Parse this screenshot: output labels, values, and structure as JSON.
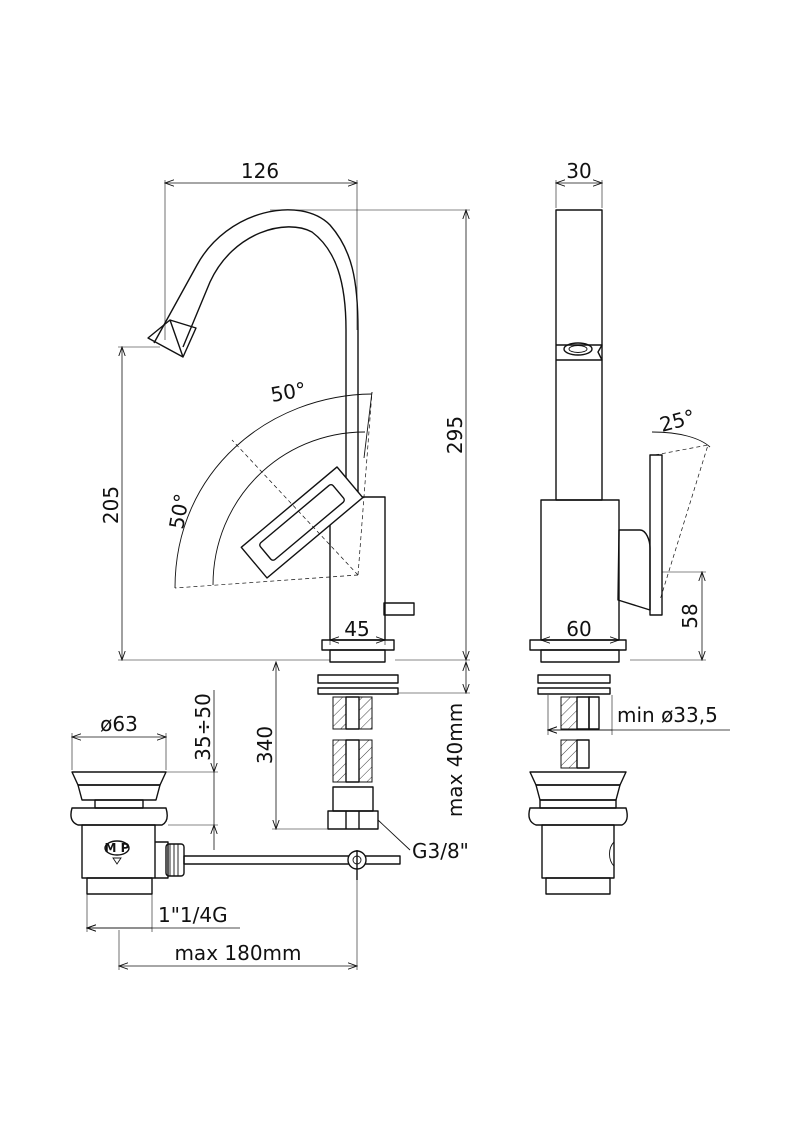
{
  "front_view": {
    "width_label": "126",
    "height_label": "295",
    "spout_height_label": "205",
    "lever_angle_top": "50°",
    "lever_angle_side": "50°",
    "body_width_label": "45",
    "under_length_label": "340",
    "deck_thickness_label": "max 40mm",
    "connection_label": "G3/8\""
  },
  "side_view": {
    "depth_label": "30",
    "lever_angle": "25°",
    "body_depth_label": "60",
    "lever_height_label": "58",
    "hole_label": "min ø33,5"
  },
  "waste": {
    "diameter_label": "ø63",
    "height_label": "35÷50",
    "thread_label": "1\"1/4G",
    "rod_length_label": "max 180mm",
    "logo_text": "M P"
  }
}
